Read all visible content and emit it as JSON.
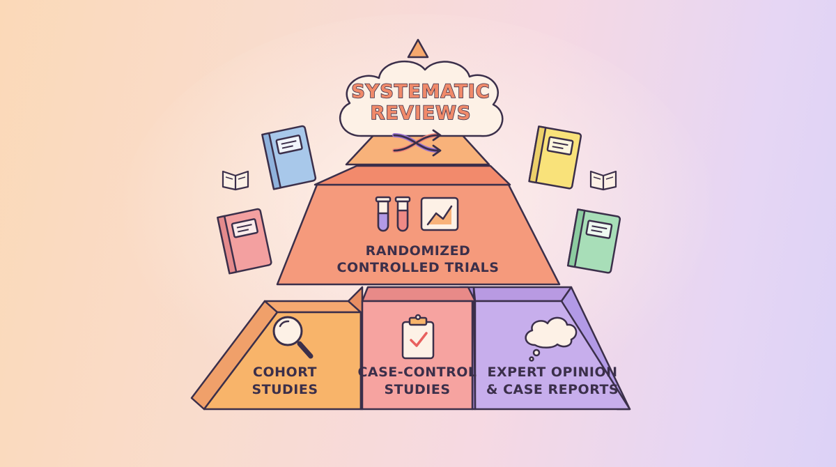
{
  "levels": {
    "top": {
      "line1": "SYSTEMATIC",
      "line2": "REVIEWS"
    },
    "middle": {
      "line1": "RANDOMIZED",
      "line2": "CONTROLLED TRIALS"
    },
    "bottom_left": {
      "line1": "COHORT",
      "line2": "STUDIES"
    },
    "bottom_center": {
      "line1": "CASE-CONTROL",
      "line2": "STUDIES"
    },
    "bottom_right": {
      "line1": "EXPERT OPINION",
      "line2": "& CASE REPORTS"
    }
  },
  "icons": {
    "top": "shuffle-icon",
    "middle": [
      "test-tubes-icon",
      "line-chart-icon"
    ],
    "bottom_left": "magnifying-glass-icon",
    "bottom_center": "clipboard-check-icon",
    "bottom_right": "thought-cloud-icon",
    "decor": [
      "book-icon",
      "open-book-icon"
    ]
  },
  "colors": {
    "outline": "#3b2f4a",
    "peach_top": "#f8b27a",
    "salmon": "#f59a7c",
    "orange": "#f8b46a",
    "pink": "#f6a3a0",
    "lavender": "#c7aeec",
    "cloud_text": "#f08a6a"
  }
}
